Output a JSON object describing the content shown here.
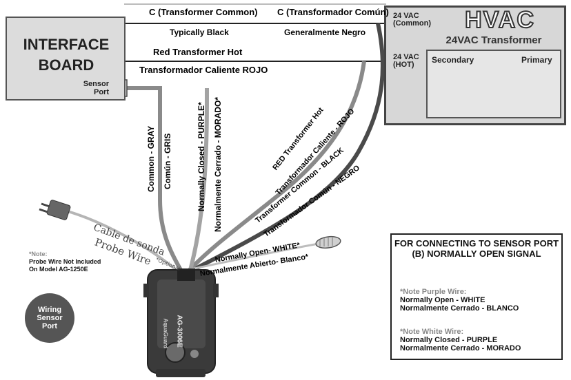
{
  "interface_board": {
    "title_line1": "INTERFACE",
    "title_line2": "BOARD",
    "sensor_port_line1": "Sensor",
    "sensor_port_line2": "Port"
  },
  "hvac": {
    "title": "HVAC",
    "transformer_title": "24VAC Transformer",
    "common_line1": "24 VAC",
    "common_line2": "(Common)",
    "hot_line1": "24 VAC",
    "hot_line2": "(HOT)",
    "secondary": "Secondary",
    "primary": "Primary"
  },
  "top_wires": {
    "common_en": "C (Transformer Common)",
    "common_es": "C (Transformador Común)",
    "black_en": "Typically Black",
    "black_es": "Generalmente Negro",
    "red_hot_en": "Red Transformer Hot",
    "red_hot_es": "Transformador Caliente ROJO"
  },
  "wire_labels": {
    "common_gray": "Common - GRAY",
    "comun_gris": "Común - GRIS",
    "nc_purple": "Normally Closed - PURPLE*",
    "nc_morado": "Normalmente Cerrado - MORADO*",
    "red_hot": "RED Transformer Hot",
    "caliente_rojo": "Transformador Caliente - ROJO",
    "common_black": "Transformer Common - BLACK",
    "comun_negro": "Transformador Común - NEGRO",
    "no_white": "Normally Open- WHITE*",
    "no_blanco": "Normalmente Abierto- Blanco*",
    "cable_sonda": "Cable de sonda",
    "probe_wire": "Probe Wire",
    "optional": "*Optional"
  },
  "device": {
    "model": "AG-3006E",
    "brand": "AquaGuard"
  },
  "probe_note": {
    "title": "*Note:",
    "line1": "Probe Wire Not Included",
    "line2": "On Model AG-1250E"
  },
  "badge": {
    "line1": "Wiring",
    "line2": "Sensor",
    "line3": "Port"
  },
  "note_box": {
    "heading_line1": "FOR CONNECTING TO SENSOR PORT",
    "heading_line2": "(B) NORMALLY OPEN SIGNAL",
    "purple_note": "*Note Purple Wire:",
    "purple_line1": "Normally Open - WHITE",
    "purple_line2": "Normalmente Cerrado - BLANCO",
    "white_note": "*Note White Wire:",
    "white_line1": "Normally Closed - PURPLE",
    "white_line2": "Normalmente Cerrado - MORADO"
  },
  "colors": {
    "gray_wire": "#8a8a8a",
    "purple_wire": "#9a9a9a",
    "dark_wire": "#444444",
    "red_wire": "#777777"
  }
}
